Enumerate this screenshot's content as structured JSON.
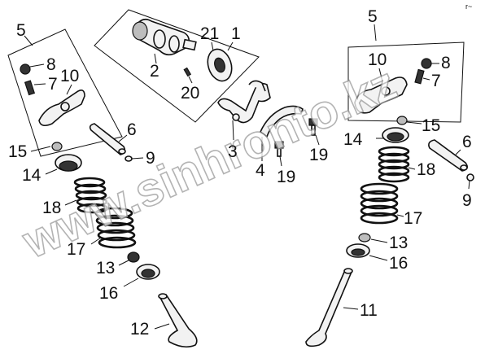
{
  "watermark": "www.sinhronto.kz",
  "corner_mark": "r~",
  "labels": {
    "left": {
      "p5": "5",
      "p8": "8",
      "p7": "7",
      "p10": "10",
      "p15": "15",
      "p14": "14",
      "p6": "6",
      "p9": "9",
      "p18": "18",
      "p17": "17",
      "p13": "13",
      "p16": "16",
      "p12": "12"
    },
    "center": {
      "p21": "21",
      "p1": "1",
      "p2": "2",
      "p20": "20",
      "p3": "3",
      "p4": "4",
      "p19a": "19",
      "p19b": "19"
    },
    "right": {
      "p5": "5",
      "p10": "10",
      "p8": "8",
      "p7": "7",
      "p14": "14",
      "p15": "15",
      "p6": "6",
      "p18": "18",
      "p9": "9",
      "p17": "17",
      "p13": "13",
      "p16": "16",
      "p11": "11"
    }
  }
}
